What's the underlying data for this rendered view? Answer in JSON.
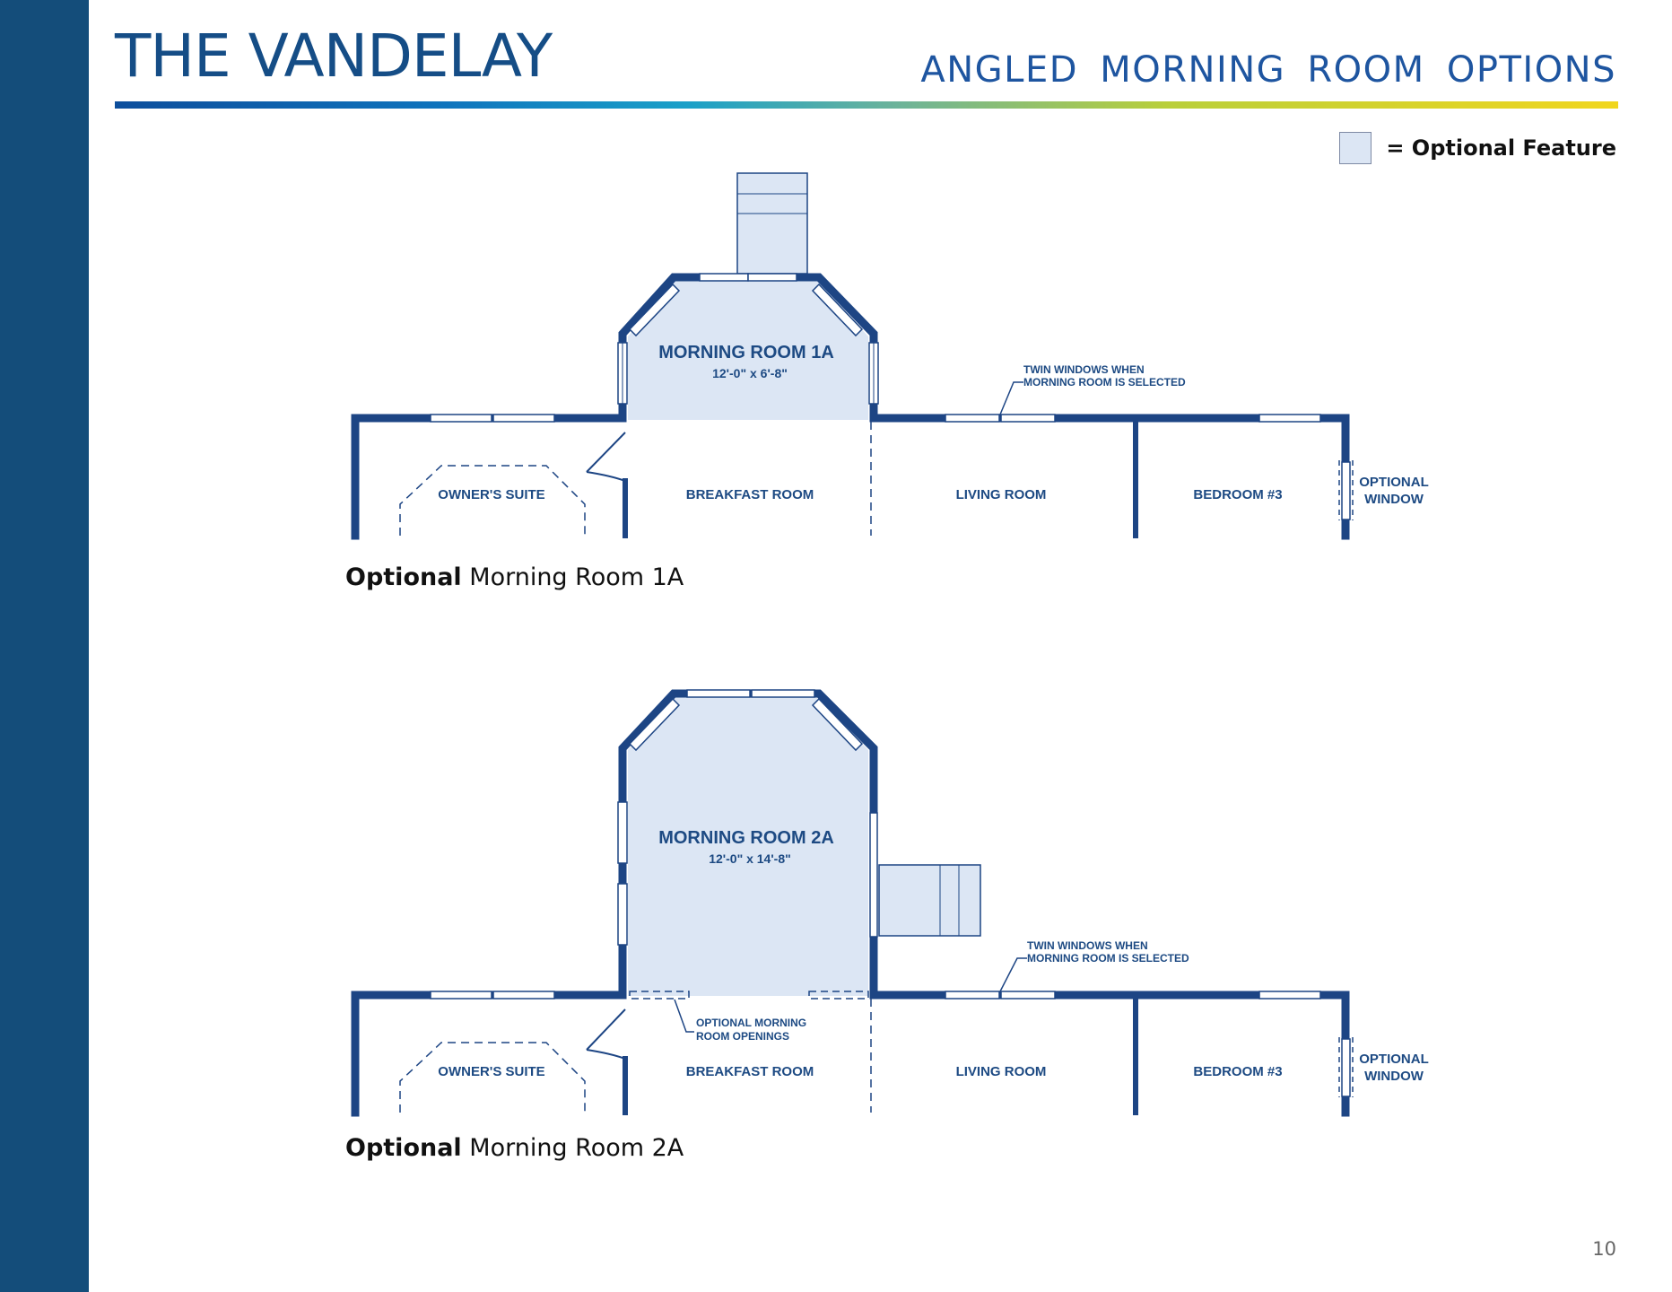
{
  "header": {
    "title": "THE VANDELAY",
    "subtitle": "ANGLED  MORNING  ROOM  OPTIONS"
  },
  "legend": {
    "label": "= Optional Feature"
  },
  "colors": {
    "sidebar": "#144d7a",
    "wall": "#1d4584",
    "optional_fill": "#dce6f4",
    "label_text": "#1d4a83",
    "gradient": [
      "#0d4e9c",
      "#1aa0c8",
      "#b9cf3a",
      "#f1d61e"
    ]
  },
  "plans": [
    {
      "morning_room": {
        "name": "MORNING ROOM 1A",
        "dims": "12'-0\" x 6'-8\""
      },
      "rooms": {
        "owners_suite": "OWNER'S SUITE",
        "breakfast": "BREAKFAST ROOM",
        "living": "LIVING ROOM",
        "bedroom": "BEDROOM #3"
      },
      "twin_note": [
        "TWIN WINDOWS WHEN",
        "MORNING ROOM IS SELECTED"
      ],
      "optional_window": [
        "OPTIONAL",
        "WINDOW"
      ],
      "caption_bold": "Optional",
      "caption_rest": " Morning Room 1A"
    },
    {
      "morning_room": {
        "name": "MORNING ROOM 2A",
        "dims": "12'-0\" x 14'-8\""
      },
      "rooms": {
        "owners_suite": "OWNER'S SUITE",
        "breakfast": "BREAKFAST ROOM",
        "living": "LIVING ROOM",
        "bedroom": "BEDROOM #3"
      },
      "twin_note": [
        "TWIN WINDOWS WHEN",
        "MORNING ROOM IS SELECTED"
      ],
      "openings_note": [
        "OPTIONAL MORNING",
        "ROOM OPENINGS"
      ],
      "optional_window": [
        "OPTIONAL",
        "WINDOW"
      ],
      "caption_bold": "Optional",
      "caption_rest": " Morning Room 2A"
    }
  ],
  "page_number": "10"
}
